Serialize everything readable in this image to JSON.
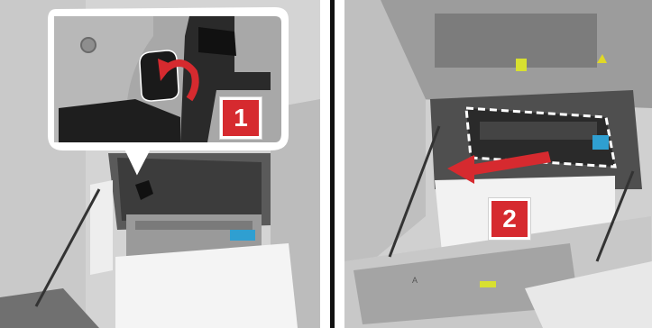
{
  "steps": [
    {
      "number": "1",
      "action": "lift-latch"
    },
    {
      "number": "2",
      "action": "remove-fuser"
    }
  ],
  "printer_label": "A",
  "colors": {
    "printer_body": "#c4c4c4",
    "printer_dark": "#222222",
    "badge": "#d62a2f",
    "arrow": "#d62a2f",
    "highlight_blue": "#2f9fd1",
    "divider": "#111111"
  }
}
